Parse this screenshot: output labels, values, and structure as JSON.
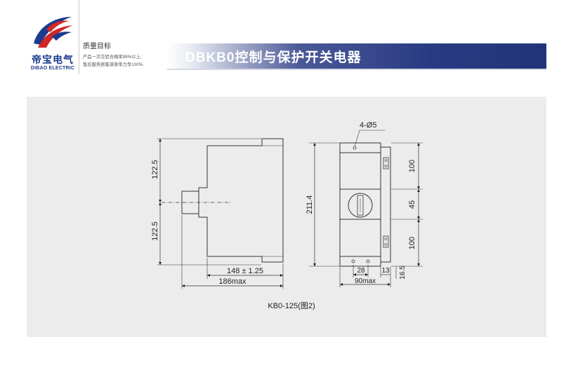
{
  "brand": {
    "name_cn": "帝宝电气",
    "name_en": "DIBAO ELECTRIC",
    "colors": {
      "primary": "#1d3b8c",
      "accent": "#d02727"
    }
  },
  "quality": {
    "title": "质量目标",
    "lines": [
      "产品一次交验合格率98%以上;",
      "售后服务顾客满意率力争100%."
    ]
  },
  "header": {
    "title": "DBKB0控制与保护开关电器"
  },
  "drawing": {
    "caption": "KB0-125(图2)",
    "left_view": {
      "dim_top": "122.5",
      "dim_bottom": "122.5",
      "dim_width": "148 ± 1.25",
      "dim_overall": "186max"
    },
    "right_view": {
      "dim_holes": "4-Ø5",
      "dim_height": "211.4",
      "dim_upper": "100",
      "dim_middle": "45",
      "dim_lower": "100",
      "dim_hole_spacing": "28",
      "dim_offset": "13",
      "dim_bottom": "16.5",
      "dim_width": "90max"
    }
  }
}
